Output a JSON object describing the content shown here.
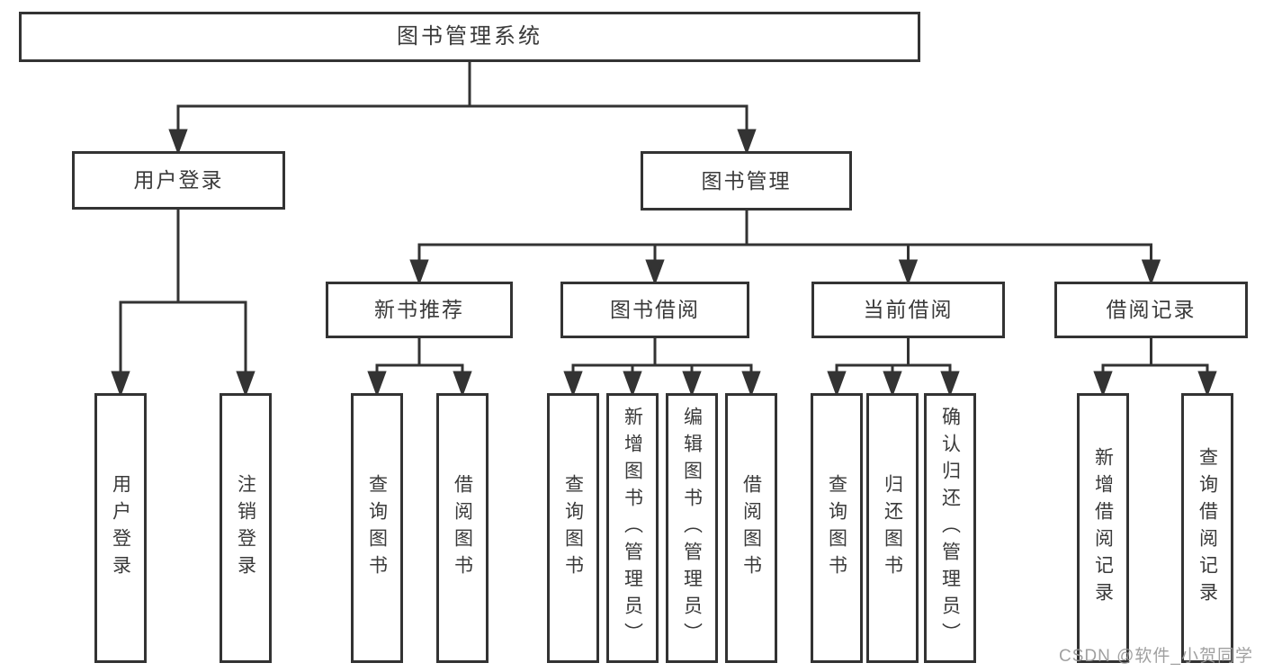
{
  "diagram": {
    "root": {
      "label": "图书管理系统"
    },
    "login": {
      "label": "用户登录",
      "children": [
        {
          "label": "用户登录"
        },
        {
          "label": "注销登录"
        }
      ]
    },
    "management": {
      "label": "图书管理",
      "groups": [
        {
          "label": "新书推荐",
          "children": [
            {
              "label": "查询图书"
            },
            {
              "label": "借阅图书"
            }
          ]
        },
        {
          "label": "图书借阅",
          "children": [
            {
              "label": "查询图书"
            },
            {
              "label": "新增图书（管理员）"
            },
            {
              "label": "编辑图书（管理员）"
            },
            {
              "label": "借阅图书"
            }
          ]
        },
        {
          "label": "当前借阅",
          "children": [
            {
              "label": "查询图书"
            },
            {
              "label": "归还图书"
            },
            {
              "label": "确认归还（管理员）"
            }
          ]
        },
        {
          "label": "借阅记录",
          "children": [
            {
              "label": "新增借阅记录"
            },
            {
              "label": "查询借阅记录"
            }
          ]
        }
      ]
    }
  },
  "watermark": {
    "text": "CSDN @软件_小贺同学"
  },
  "colors": {
    "line": "#333333",
    "box_border": "#333333",
    "box_fill": "#ffffff",
    "text": "#3a3a3a",
    "watermark": "#989898",
    "background": "#ffffff"
  }
}
